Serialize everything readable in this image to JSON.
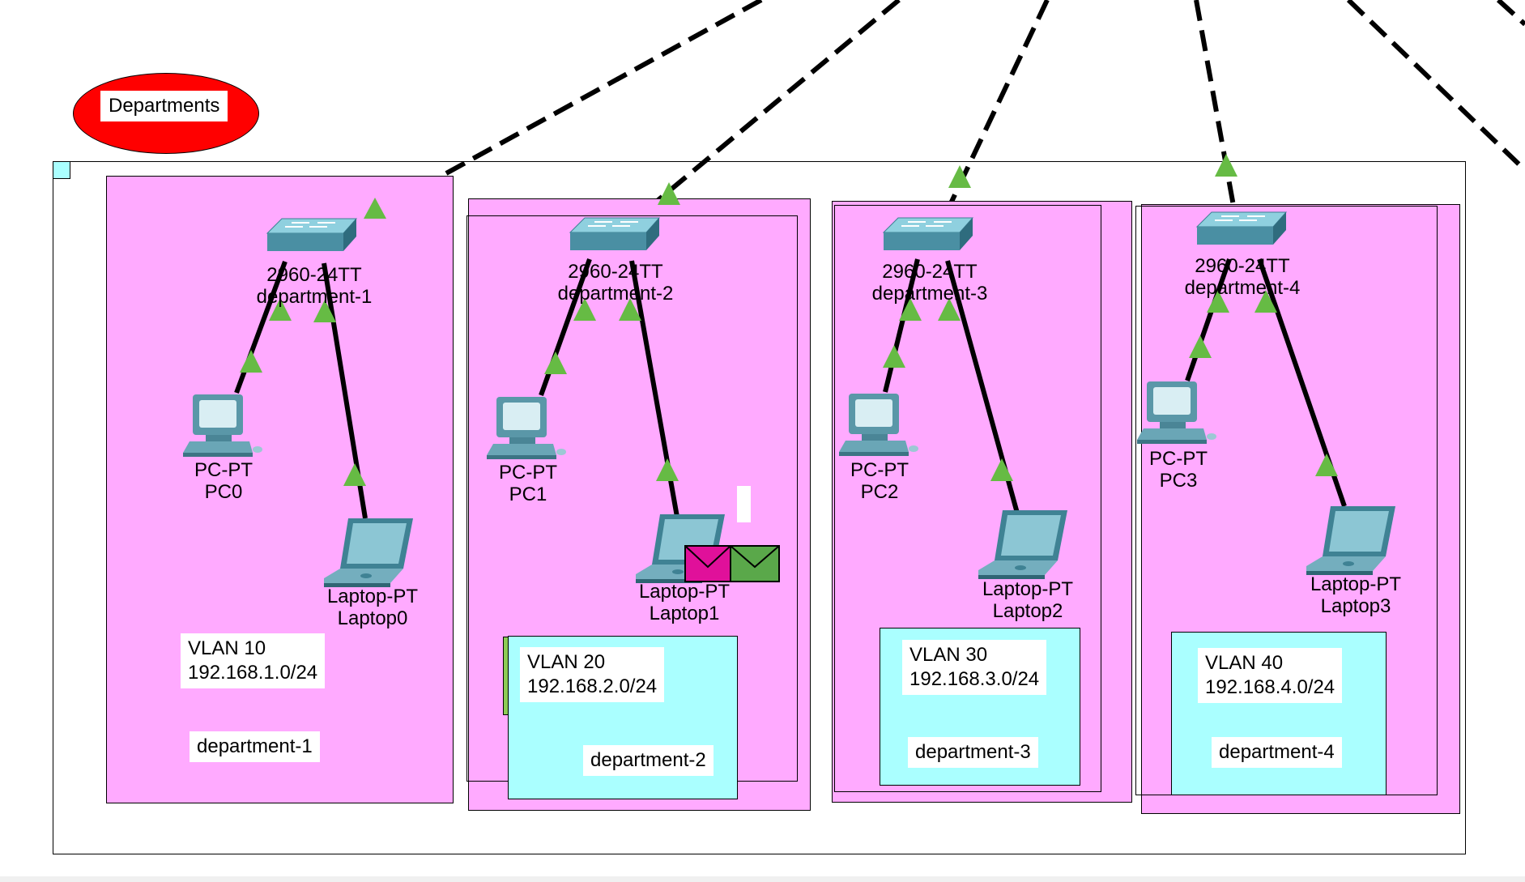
{
  "cluster": {
    "label": "Departments",
    "color": "#ff0000"
  },
  "colors": {
    "area_fill": "#ffaaff",
    "note_fill": "#aaffff",
    "link_up": "#66bb44",
    "switch_body": "#4a8fa3",
    "pdu_pink": "#e0109a",
    "pdu_green": "#5aa84a"
  },
  "departments": [
    {
      "switch": {
        "model": "2960-24TT",
        "name": "department-1"
      },
      "pc": {
        "model": "PC-PT",
        "name": "PC0"
      },
      "laptop": {
        "model": "Laptop-PT",
        "name": "Laptop0"
      },
      "vlan": "VLAN 10",
      "subnet": "192.168.1.0/24",
      "label": "department-1"
    },
    {
      "switch": {
        "model": "2960-24TT",
        "name": "department-2"
      },
      "pc": {
        "model": "PC-PT",
        "name": "PC1"
      },
      "laptop": {
        "model": "Laptop-PT",
        "name": "Laptop1"
      },
      "vlan": "VLAN 20",
      "subnet": "192.168.2.0/24",
      "label": "department-2"
    },
    {
      "switch": {
        "model": "2960-24TT",
        "name": "department-3"
      },
      "pc": {
        "model": "PC-PT",
        "name": "PC2"
      },
      "laptop": {
        "model": "Laptop-PT",
        "name": "Laptop2"
      },
      "vlan": "VLAN 30",
      "subnet": "192.168.3.0/24",
      "label": "department-3"
    },
    {
      "switch": {
        "model": "2960-24TT",
        "name": "department-4"
      },
      "pc": {
        "model": "PC-PT",
        "name": "PC3"
      },
      "laptop": {
        "model": "Laptop-PT",
        "name": "Laptop3"
      },
      "vlan": "VLAN 40",
      "subnet": "192.168.4.0/24",
      "label": "department-4"
    }
  ]
}
